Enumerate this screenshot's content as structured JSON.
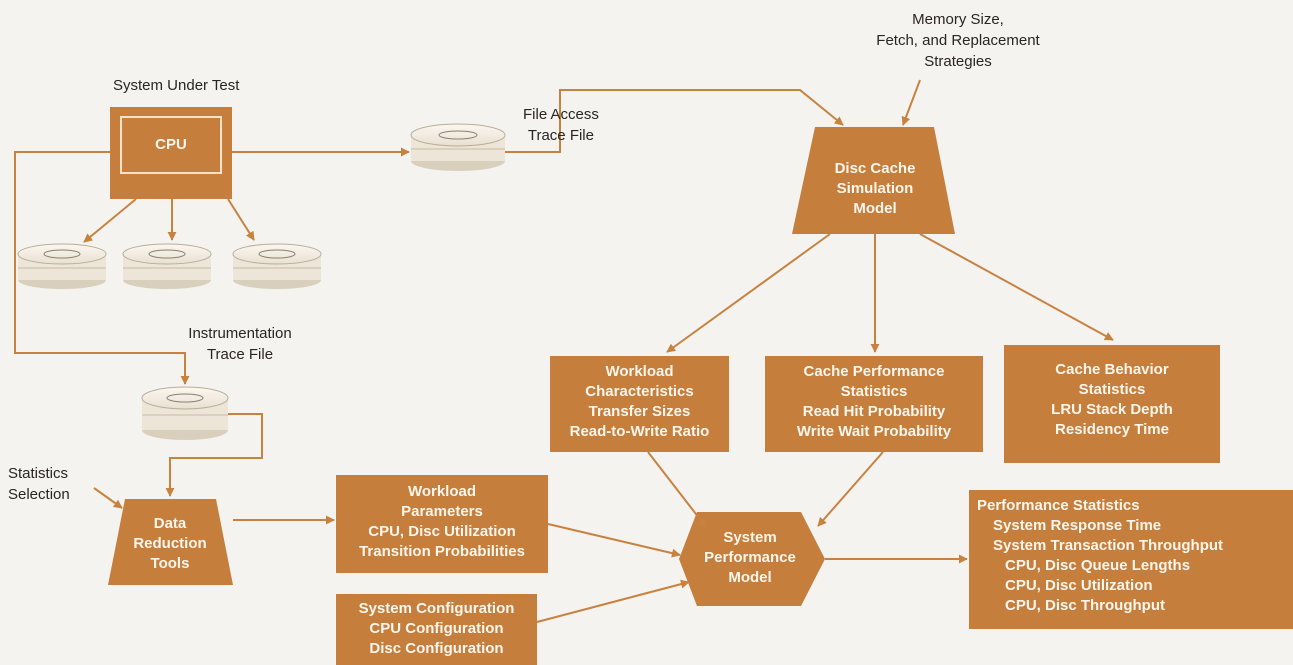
{
  "labels": {
    "system_under_test": "System Under Test",
    "file_access_trace": [
      "File Access",
      "Trace File"
    ],
    "memory_size": [
      "Memory Size,",
      "Fetch, and Replacement",
      "Strategies"
    ],
    "instrumentation_trace": [
      "Instrumentation",
      "Trace File"
    ],
    "statistics_selection": [
      "Statistics",
      "Selection"
    ]
  },
  "nodes": {
    "cpu": "CPU",
    "disc_cache_model": [
      "Disc Cache",
      "Simulation",
      "Model"
    ],
    "data_reduction_tools": [
      "Data",
      "Reduction",
      "Tools"
    ],
    "system_performance_model": [
      "System",
      "Performance",
      "Model"
    ],
    "workload_characteristics": [
      "Workload",
      "Characteristics",
      "Transfer Sizes",
      "Read-to-Write Ratio"
    ],
    "cache_performance_statistics": [
      "Cache Performance",
      "Statistics",
      "Read Hit Probability",
      "Write Wait Probability"
    ],
    "cache_behavior_statistics": [
      "Cache Behavior",
      "Statistics",
      "LRU Stack Depth",
      "Residency Time"
    ],
    "workload_parameters": [
      "Workload",
      "Parameters",
      "CPU, Disc Utilization",
      "Transition Probabilities"
    ],
    "system_configuration": [
      "System Configuration",
      "CPU Configuration",
      "Disc Configuration"
    ],
    "performance_statistics": {
      "title": "Performance Statistics",
      "items": [
        "System Response Time",
        "System Transaction Throughput",
        "CPU, Disc Queue Lengths",
        "CPU, Disc Utilization",
        "CPU, Disc Throughput"
      ]
    }
  },
  "colors": {
    "box_fill": "#c57e3c",
    "arrow": "#c8823f",
    "box_text": "#fdf6ec",
    "label_text": "#2a2520",
    "background": "#f4f3f0"
  }
}
